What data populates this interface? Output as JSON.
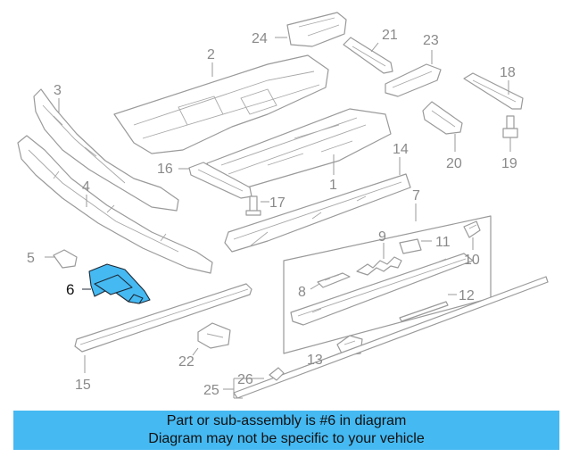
{
  "labels": {
    "l1": "1",
    "l2": "2",
    "l3": "3",
    "l4": "4",
    "l5": "5",
    "l6": "6",
    "l7": "7",
    "l8": "8",
    "l9": "9",
    "l10": "10",
    "l11": "11",
    "l12": "12",
    "l13": "13",
    "l14": "14",
    "l15": "15",
    "l16": "16",
    "l17": "17",
    "l18": "18",
    "l19": "19",
    "l20": "20",
    "l21": "21",
    "l22": "22",
    "l23": "23",
    "l24": "24",
    "l25": "25",
    "l26": "26"
  },
  "highlight": {
    "part_number": "6",
    "color": "#45b9f2"
  },
  "banner": {
    "line1": "Part or sub-assembly is #6 in diagram",
    "line2": "Diagram may not be specific to your vehicle",
    "color": "#45b9f2"
  }
}
